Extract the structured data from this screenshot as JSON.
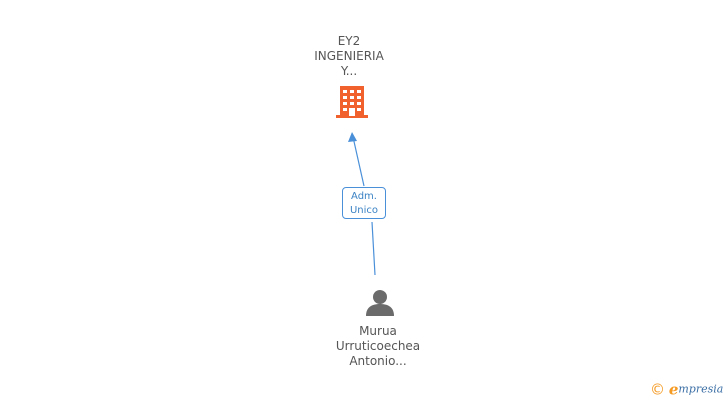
{
  "company": {
    "name_lines": [
      "EY2",
      "INGENIERIA",
      "Y..."
    ],
    "icon": "building-icon",
    "icon_color": "#f0612e"
  },
  "relation": {
    "role_lines": [
      "Adm.",
      "Unico"
    ],
    "line_color": "#4a90d9"
  },
  "person": {
    "name_lines": [
      "Murua",
      "Urruticoechea",
      "Antonio..."
    ],
    "icon": "person-icon",
    "icon_color": "#6b6b6b"
  },
  "brand": {
    "copyright_symbol": "©",
    "initial": "e",
    "rest": "mpresia"
  }
}
